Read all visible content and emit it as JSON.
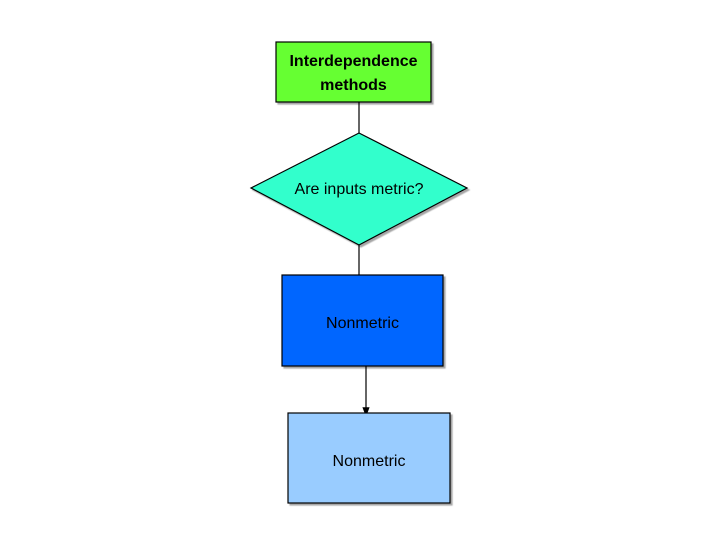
{
  "flowchart": {
    "nodes": [
      {
        "id": "start",
        "shape": "rectangle",
        "lines": [
          "Interdependence",
          "methods"
        ],
        "fill": "#66FF33",
        "bold": true
      },
      {
        "id": "decision",
        "shape": "diamond",
        "lines": [
          "Are inputs metric?"
        ],
        "fill": "#33FFCC",
        "bold": false
      },
      {
        "id": "nonmetric-1",
        "shape": "rectangle",
        "lines": [
          "Nonmetric"
        ],
        "fill": "#0066FF",
        "bold": false
      },
      {
        "id": "nonmetric-2",
        "shape": "rectangle",
        "lines": [
          "Nonmetric"
        ],
        "fill": "#99CCFF",
        "bold": false
      }
    ],
    "connector_color": "#000000"
  }
}
